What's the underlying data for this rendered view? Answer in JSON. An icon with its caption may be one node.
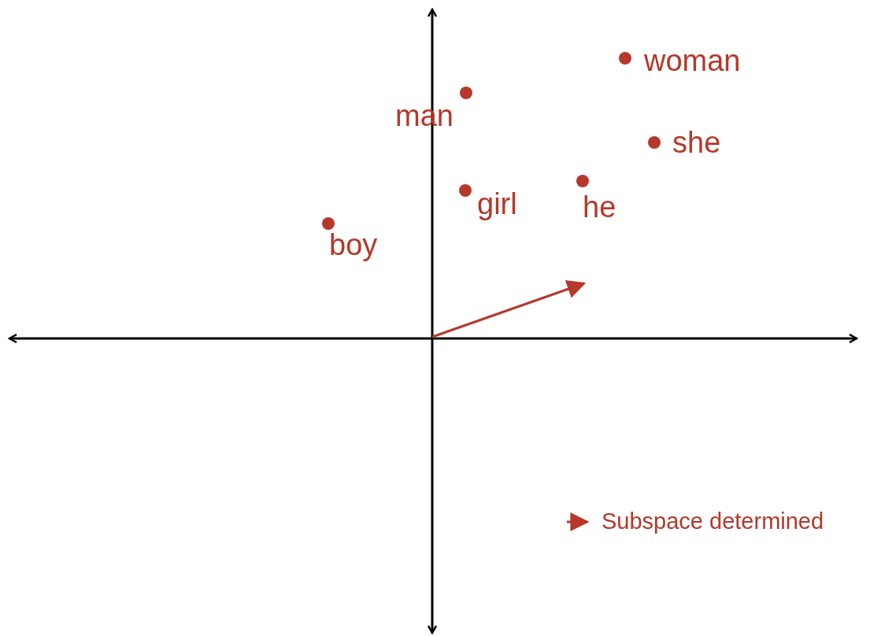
{
  "diagram": {
    "labels": [
      "woman",
      "man",
      "she",
      "girl",
      "he",
      "boy"
    ],
    "legend": [
      {
        "text": "Subspace determined"
      }
    ]
  }
}
